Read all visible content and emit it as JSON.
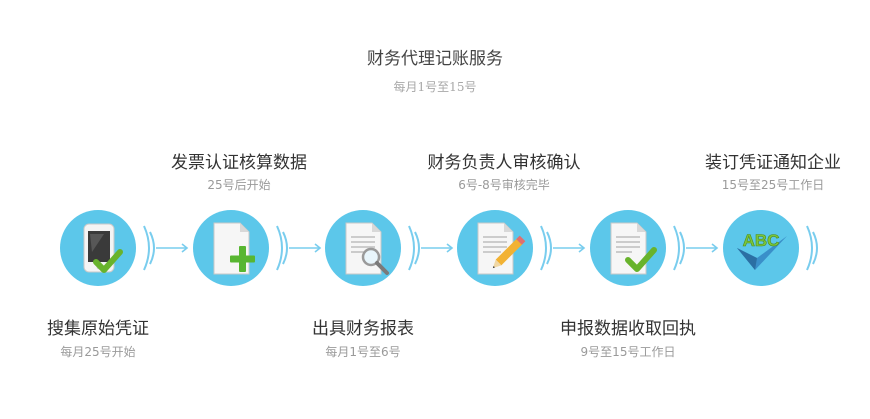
{
  "header": {
    "title": "财务代理记账服务",
    "subtitle": "每月1号至15号"
  },
  "steps": [
    {
      "label": "搜集原始凭证",
      "time": "每月25号开始",
      "icon": "phone-check-icon"
    },
    {
      "label": "发票认证核算数据",
      "time": "25号后开始",
      "icon": "document-plus-icon"
    },
    {
      "label": "出具财务报表",
      "time": "每月1号至6号",
      "icon": "document-magnifier-icon"
    },
    {
      "label": "财务负责人审核确认",
      "time": "6号-8号审核完毕",
      "icon": "document-pencil-icon"
    },
    {
      "label": "申报数据收取回执",
      "time": "9号至15号工作日",
      "icon": "document-check-icon"
    },
    {
      "label": "装订凭证通知企业",
      "time": "15号至25号工作日",
      "icon": "abc-check-icon"
    }
  ],
  "badge": {
    "text": "ABC"
  },
  "colors": {
    "circle": "#5cc7ea",
    "arc": "#79cdee",
    "check": "#68b32c",
    "plus": "#58b631",
    "title": "#444444",
    "muted": "#a0a0a0"
  }
}
